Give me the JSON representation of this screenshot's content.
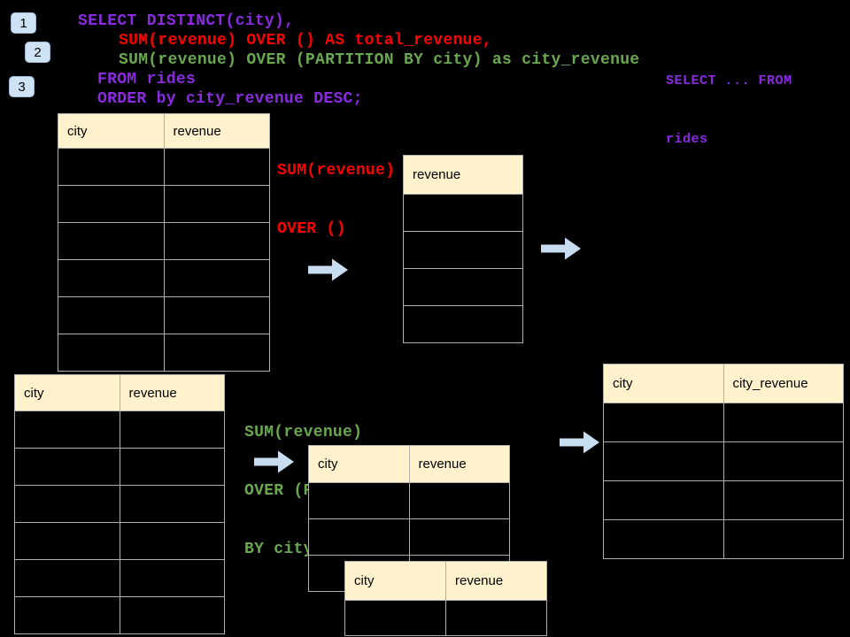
{
  "colors": {
    "background": "#000000",
    "purple": "#8A2BE2",
    "red": "#FF0000",
    "green": "#6AA84F",
    "header_bg": "#FFF2CC",
    "arrow_fill": "#C9DDF1",
    "badge_bg": "#CFE2F3",
    "table_border": "#B0B0B0"
  },
  "steps": {
    "step1": "1",
    "step2": "2",
    "step3": "3"
  },
  "sql": {
    "line1": "SELECT DISTINCT(city),",
    "line2": "SUM(revenue) OVER () AS total_revenue,",
    "line3": "SUM(revenue) OVER (PARTITION BY city) as city_revenue",
    "line4": "FROM rides",
    "line5": "ORDER by city_revenue DESC;"
  },
  "side_note": {
    "line1": "SELECT ... FROM",
    "line2": "rides"
  },
  "total_label": {
    "line1": "SUM(revenue)",
    "line2": "OVER ()"
  },
  "partition_label": {
    "line1": "SUM(revenue)",
    "line2": "OVER (PARTITION",
    "line3": "BY city)"
  },
  "tables": {
    "source_top": {
      "headers": [
        "city",
        "revenue"
      ],
      "empty_rows": 6
    },
    "total_revenue_result": {
      "headers": [
        "revenue"
      ],
      "empty_rows": 4
    },
    "source_bottom": {
      "headers": [
        "city",
        "revenue"
      ],
      "empty_rows": 6
    },
    "partition_step": {
      "headers": [
        "city",
        "revenue"
      ],
      "empty_rows": 3
    },
    "partition_overlay": {
      "headers": [
        "city",
        "revenue"
      ],
      "empty_rows": 1
    },
    "city_revenue_result": {
      "headers": [
        "city",
        "city_revenue"
      ],
      "empty_rows": 4
    }
  }
}
